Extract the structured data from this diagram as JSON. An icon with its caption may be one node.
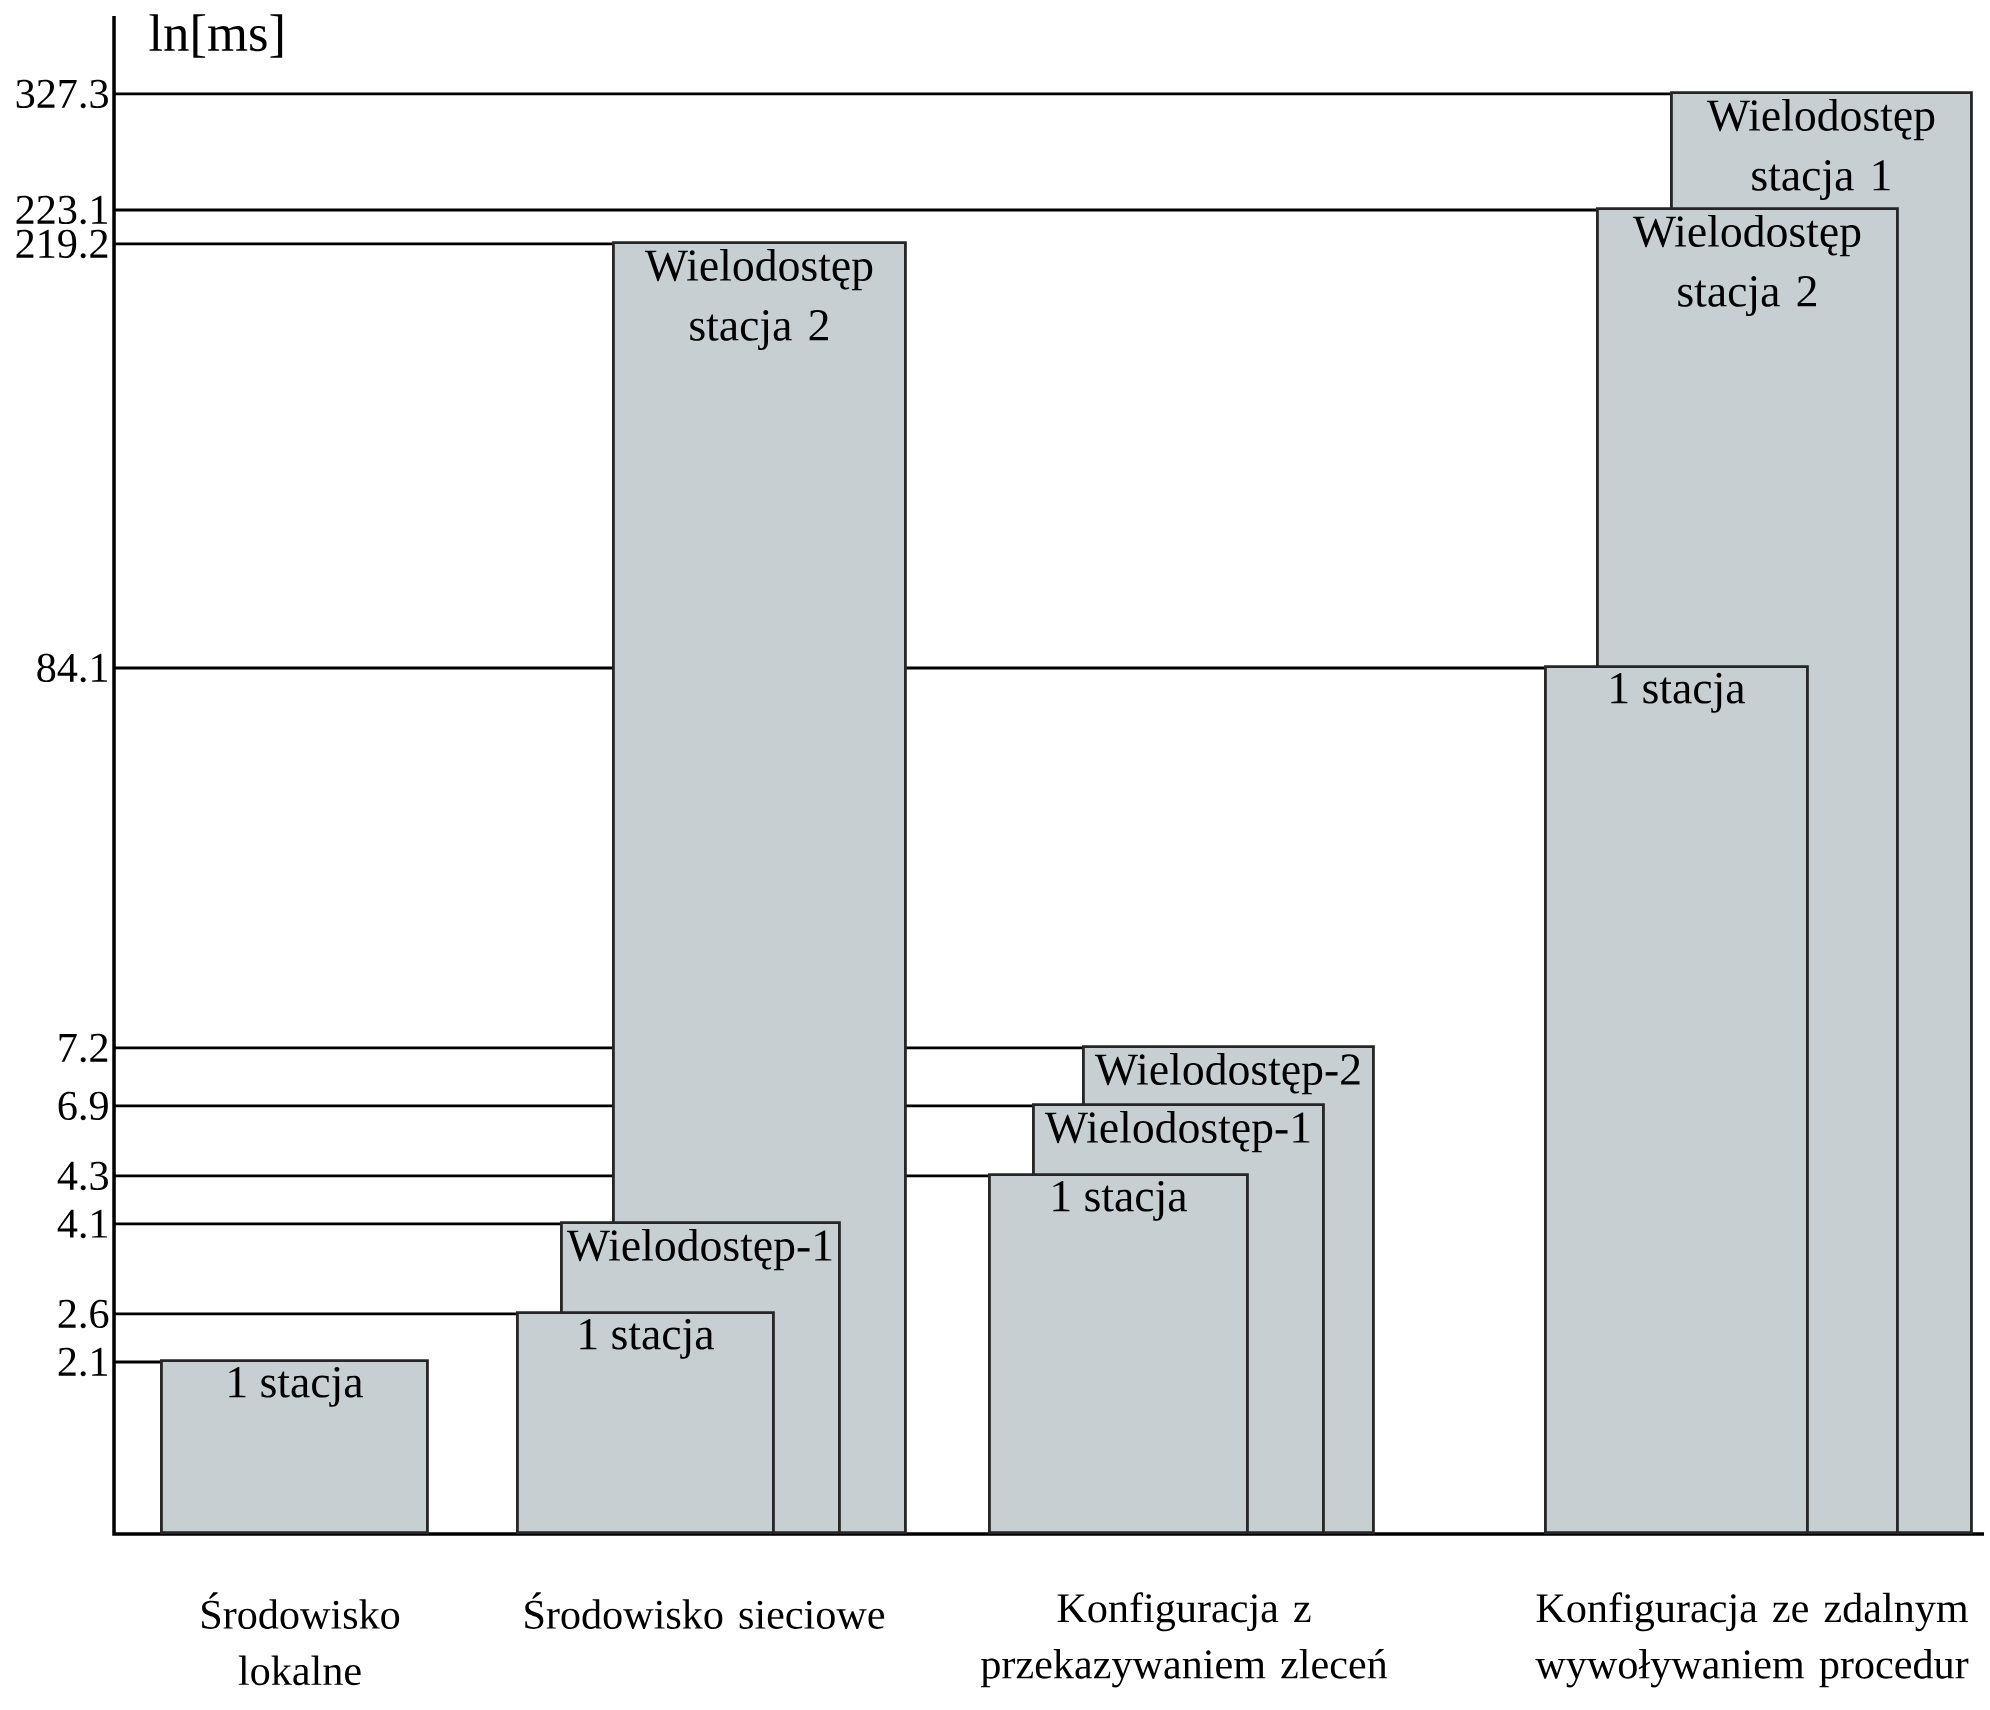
{
  "diagram": {
    "nodes": [
      {
        "text": [
          "1 stacja"
        ]
      },
      {
        "text": [
          "Wielodostęp stacja 2"
        ]
      },
      {
        "text": [
          "Wielodostęp-1"
        ]
      },
      {
        "text": [
          "1 stacja"
        ]
      },
      {
        "text": [
          "1 stacja"
        ]
      },
      {
        "text": [
          "Wielodostęp-1"
        ]
      },
      {
        "text": [
          "Wielodostęp-2"
        ]
      },
      {
        "text": [
          "1 stacja"
        ]
      },
      {
        "text": [
          "Wielodostęp stacja 2"
        ]
      },
      {
        "text": [
          "Wielodostęp stacja 1"
        ]
      }
    ],
    "labels": [
      "ln[ms]",
      "327.3",
      "223.1",
      "219.2",
      "84.1",
      "7.2",
      "6.9",
      "4.3",
      "4.1",
      "2.6",
      "2.1",
      "Środowisko lokalne",
      "Środowisko sieciowe",
      "Konfiguracja z przekazywaniem zleceń",
      "Konfiguracja ze zdalnym wywoływaniem procedur"
    ]
  }
}
